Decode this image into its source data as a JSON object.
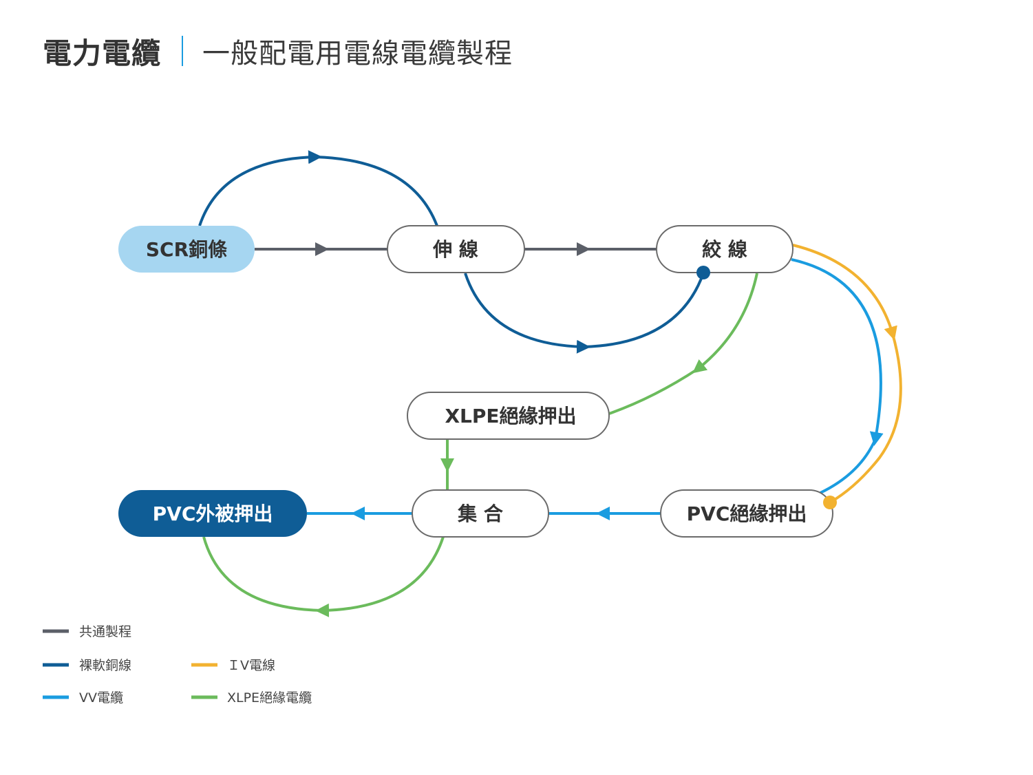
{
  "header": {
    "title": "電力電纜",
    "subtitle": "一般配電用電線電纜製程",
    "separator_color": "#1a9ce0"
  },
  "colors": {
    "common": "#5b5f68",
    "bare": "#0f5d96",
    "vv": "#1a9ce0",
    "iv": "#f2b230",
    "xlpe": "#6bbb5c",
    "node_border": "#6a6a6a",
    "node_text": "#333333",
    "start_fill": "#a6d6f1",
    "end_fill": "#0f5d96",
    "end_text": "#ffffff"
  },
  "nodes": {
    "scr": "SCR銅條",
    "drawing": "伸 線",
    "stranding": "絞 線",
    "xlpe_insulation": "XLPE絕緣押出",
    "pvc_insulation": "PVC絕緣押出",
    "assembly": "集 合",
    "pvc_jacket": "PVC外被押出"
  },
  "legend": [
    {
      "label": "共通製程",
      "color_key": "common"
    },
    {
      "label": "裸軟銅線",
      "color_key": "bare"
    },
    {
      "label": "ＩV電線",
      "color_key": "iv"
    },
    {
      "label": "VV電纜",
      "color_key": "vv"
    },
    {
      "label": "XLPE絕緣電纜",
      "color_key": "xlpe"
    }
  ]
}
